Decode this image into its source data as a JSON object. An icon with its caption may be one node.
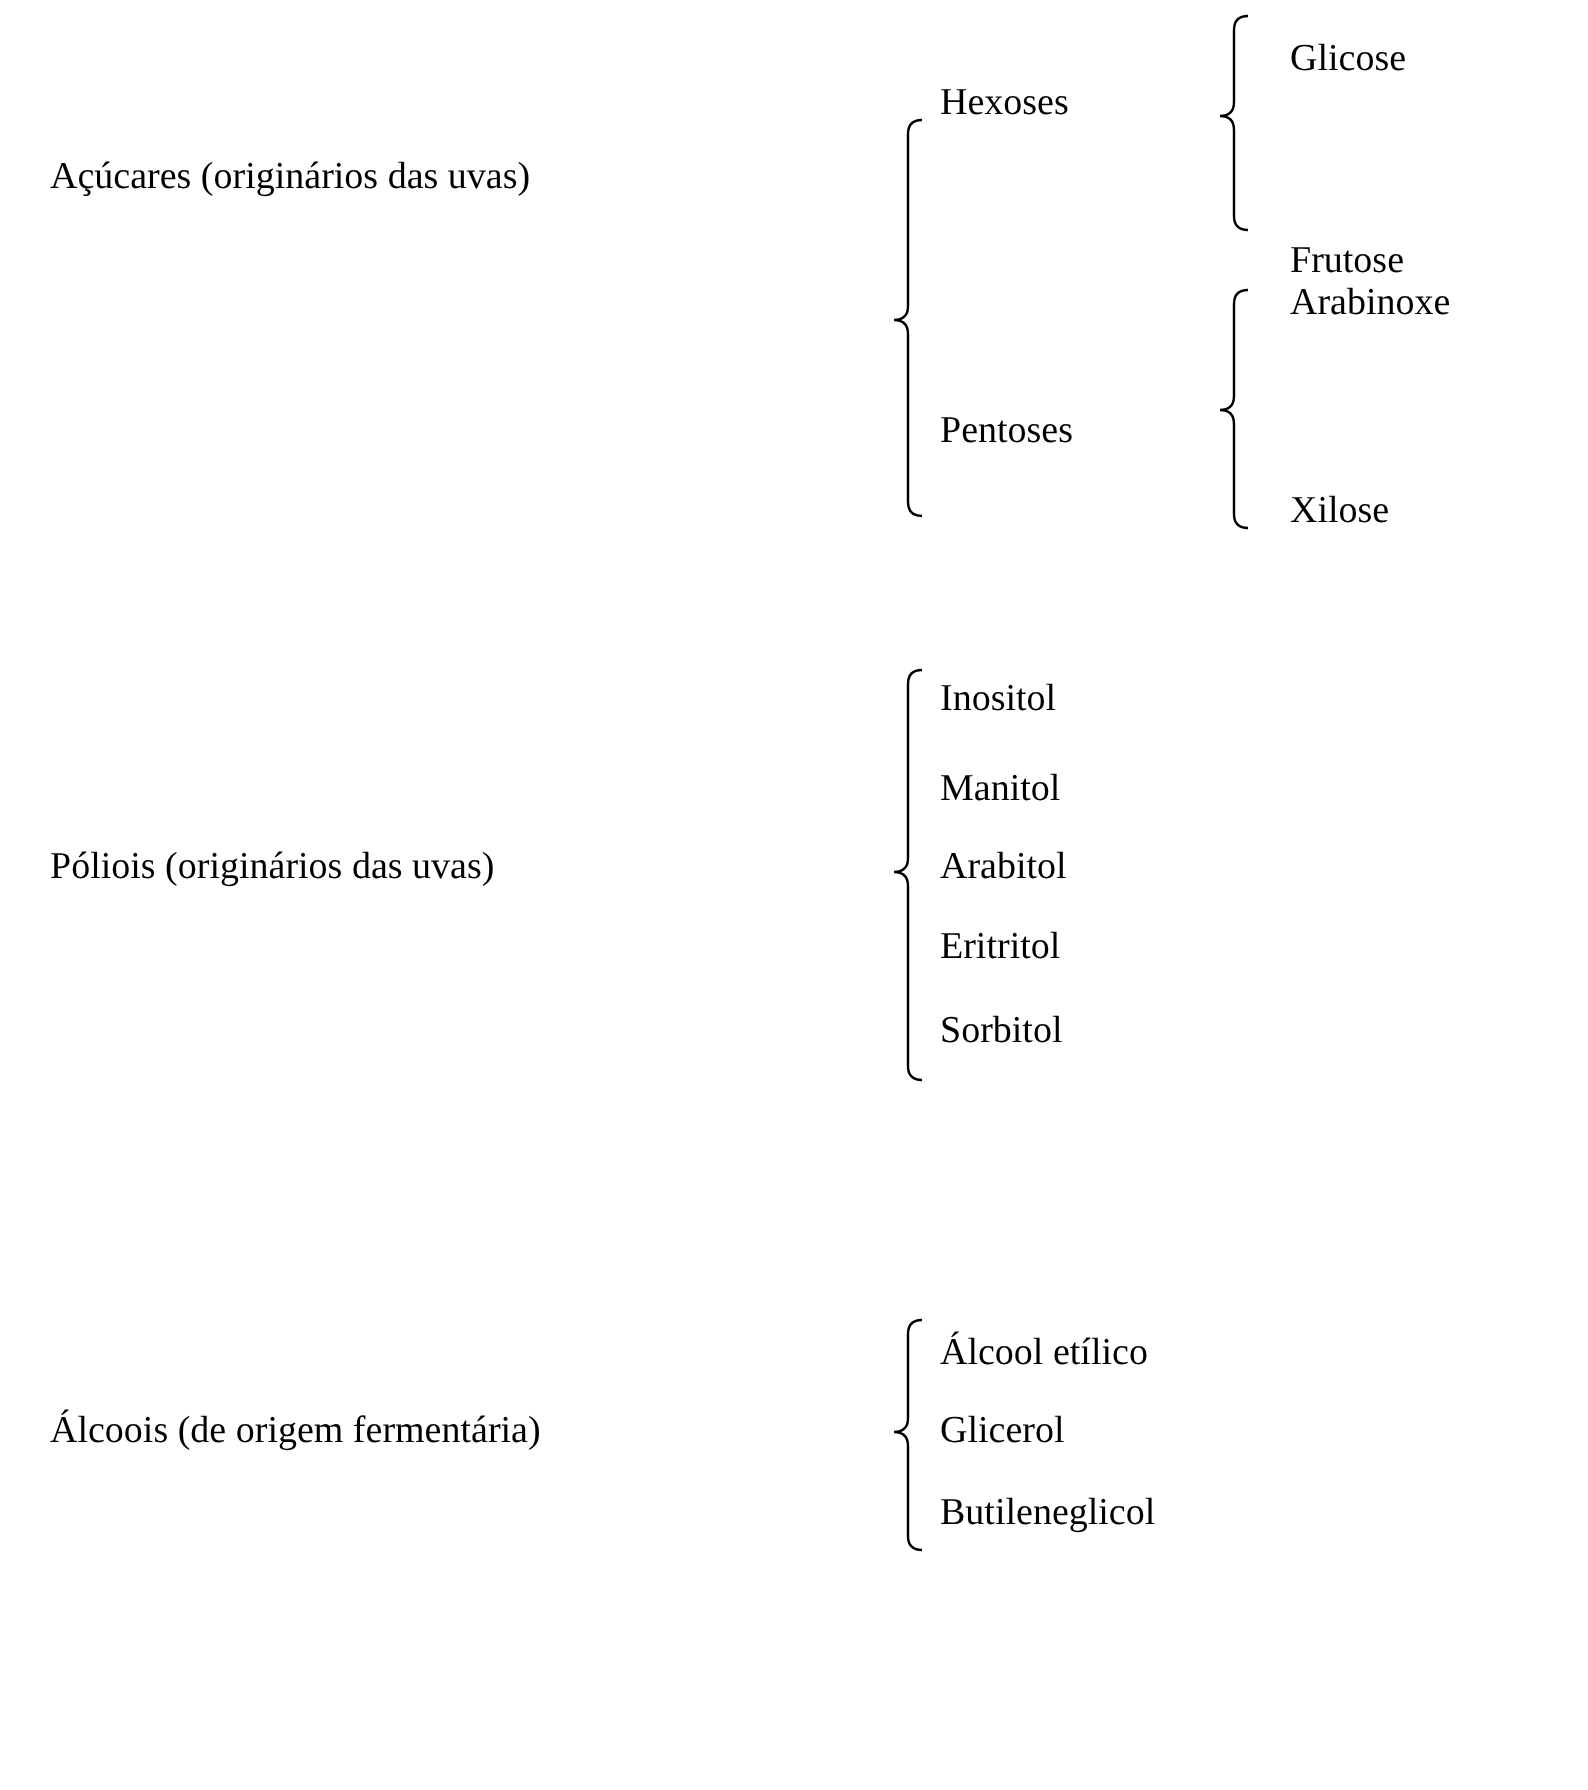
{
  "diagram": {
    "labels": [
      "Açúcares (originários das uvas)",
      "Hexoses",
      "Glicose",
      "Frutose",
      "Pentoses",
      "Arabinoxe",
      "Xilose",
      "Póliois (originários das uvas)",
      "Inositol",
      "Manitol",
      "Arabitol",
      "Eritritol",
      "Sorbitol",
      "Álcoois (de origem fermentária)",
      "Álcool etílico",
      "Glicerol",
      "Butileneglicol"
    ]
  }
}
